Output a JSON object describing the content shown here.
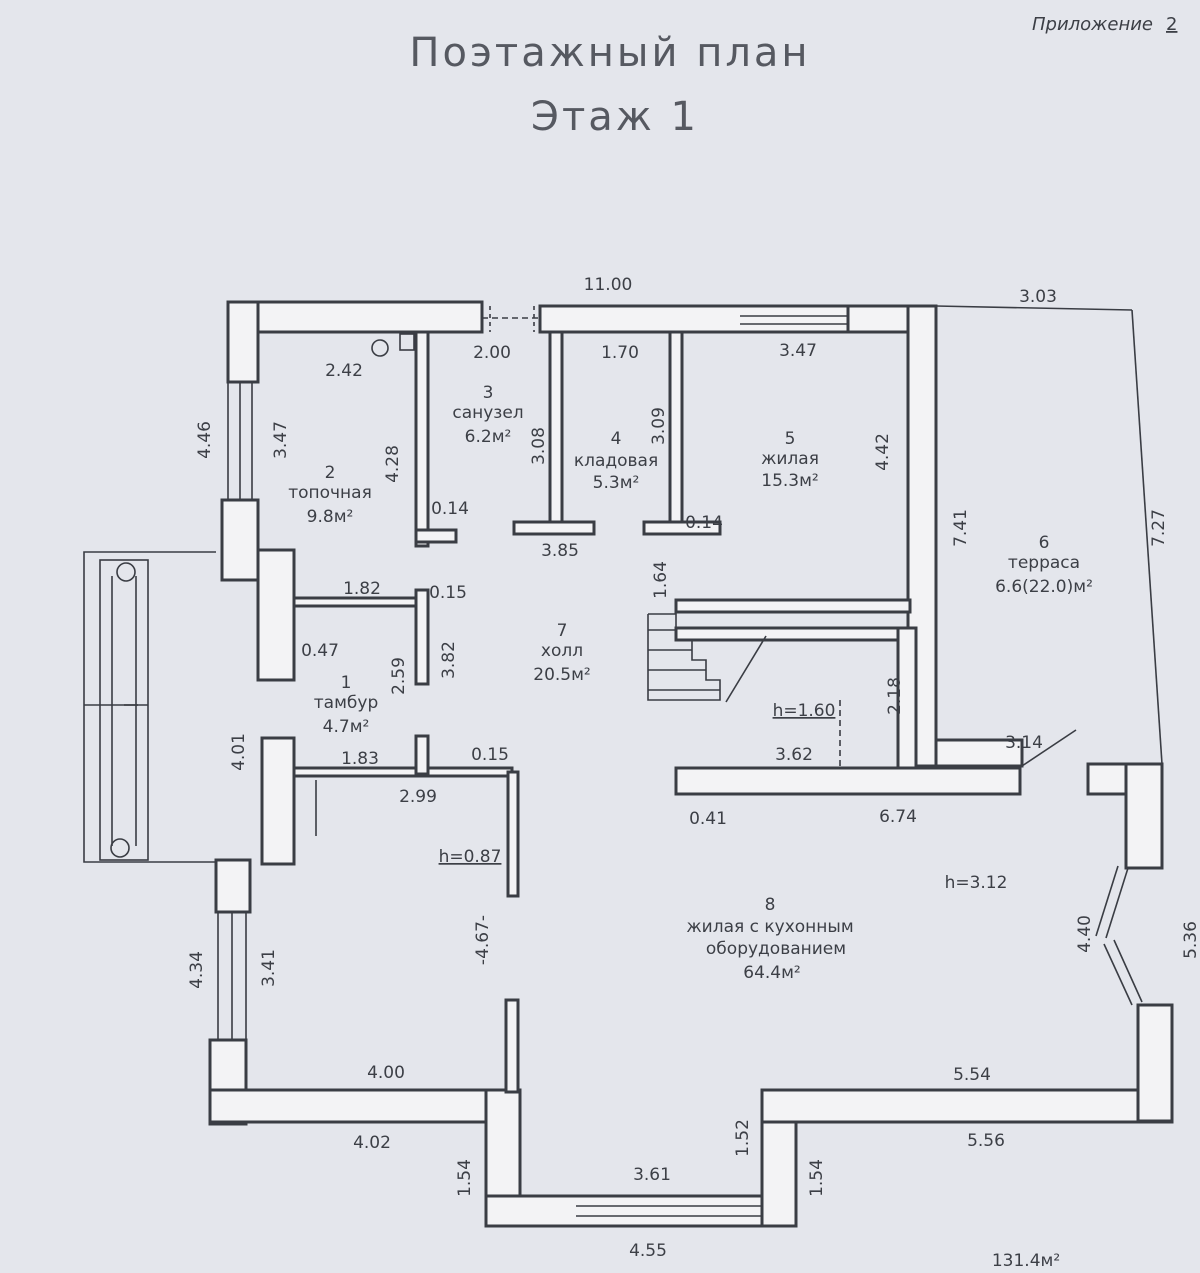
{
  "header": {
    "appendix": "Приложение",
    "appendix_number": "2",
    "title": "Поэтажный план",
    "floor": "Этаж 1"
  },
  "rooms": [
    {
      "number": "1",
      "name": "тамбур",
      "area": "4.7м²"
    },
    {
      "number": "2",
      "name": "топочная",
      "area": "9.8м²"
    },
    {
      "number": "3",
      "name": "санузел",
      "area": "6.2м²"
    },
    {
      "number": "4",
      "name": "кладовая",
      "area": "5.3м²"
    },
    {
      "number": "5",
      "name": "жилая",
      "area": "15.3м²"
    },
    {
      "number": "6",
      "name": "терраса",
      "area": "6.6(22.0)м²"
    },
    {
      "number": "7",
      "name": "холл",
      "area": "20.5м²"
    },
    {
      "number": "8",
      "name": "жилая с кухонным",
      "name2": "оборудованием",
      "area": "64.4м²"
    }
  ],
  "dimensions": [
    "11.00",
    "3.03",
    "2.42",
    "2.00",
    "1.70",
    "3.47",
    "4.46",
    "3.47",
    "4.28",
    "3.08",
    "3.09",
    "4.42",
    "0.14",
    "0.14",
    "3.85",
    "7.41",
    "7.27",
    "1.64",
    "1.82",
    "0.15",
    "0.47",
    "3.82",
    "2.59",
    "4.01",
    "1.83",
    "0.15",
    "2.99",
    "2.18",
    "3.62",
    "3.14",
    "0.41",
    "6.74",
    "4.40",
    "5.36",
    "4.34",
    "3.41",
    "-4.67-",
    "4.00",
    "5.54",
    "4.02",
    "5.56",
    "1.52",
    "1.54",
    "1.54",
    "3.61",
    "4.55"
  ],
  "heights": [
    "h=1.60",
    "h=0.87",
    "h=3.12"
  ],
  "total_area": "131.4м²"
}
